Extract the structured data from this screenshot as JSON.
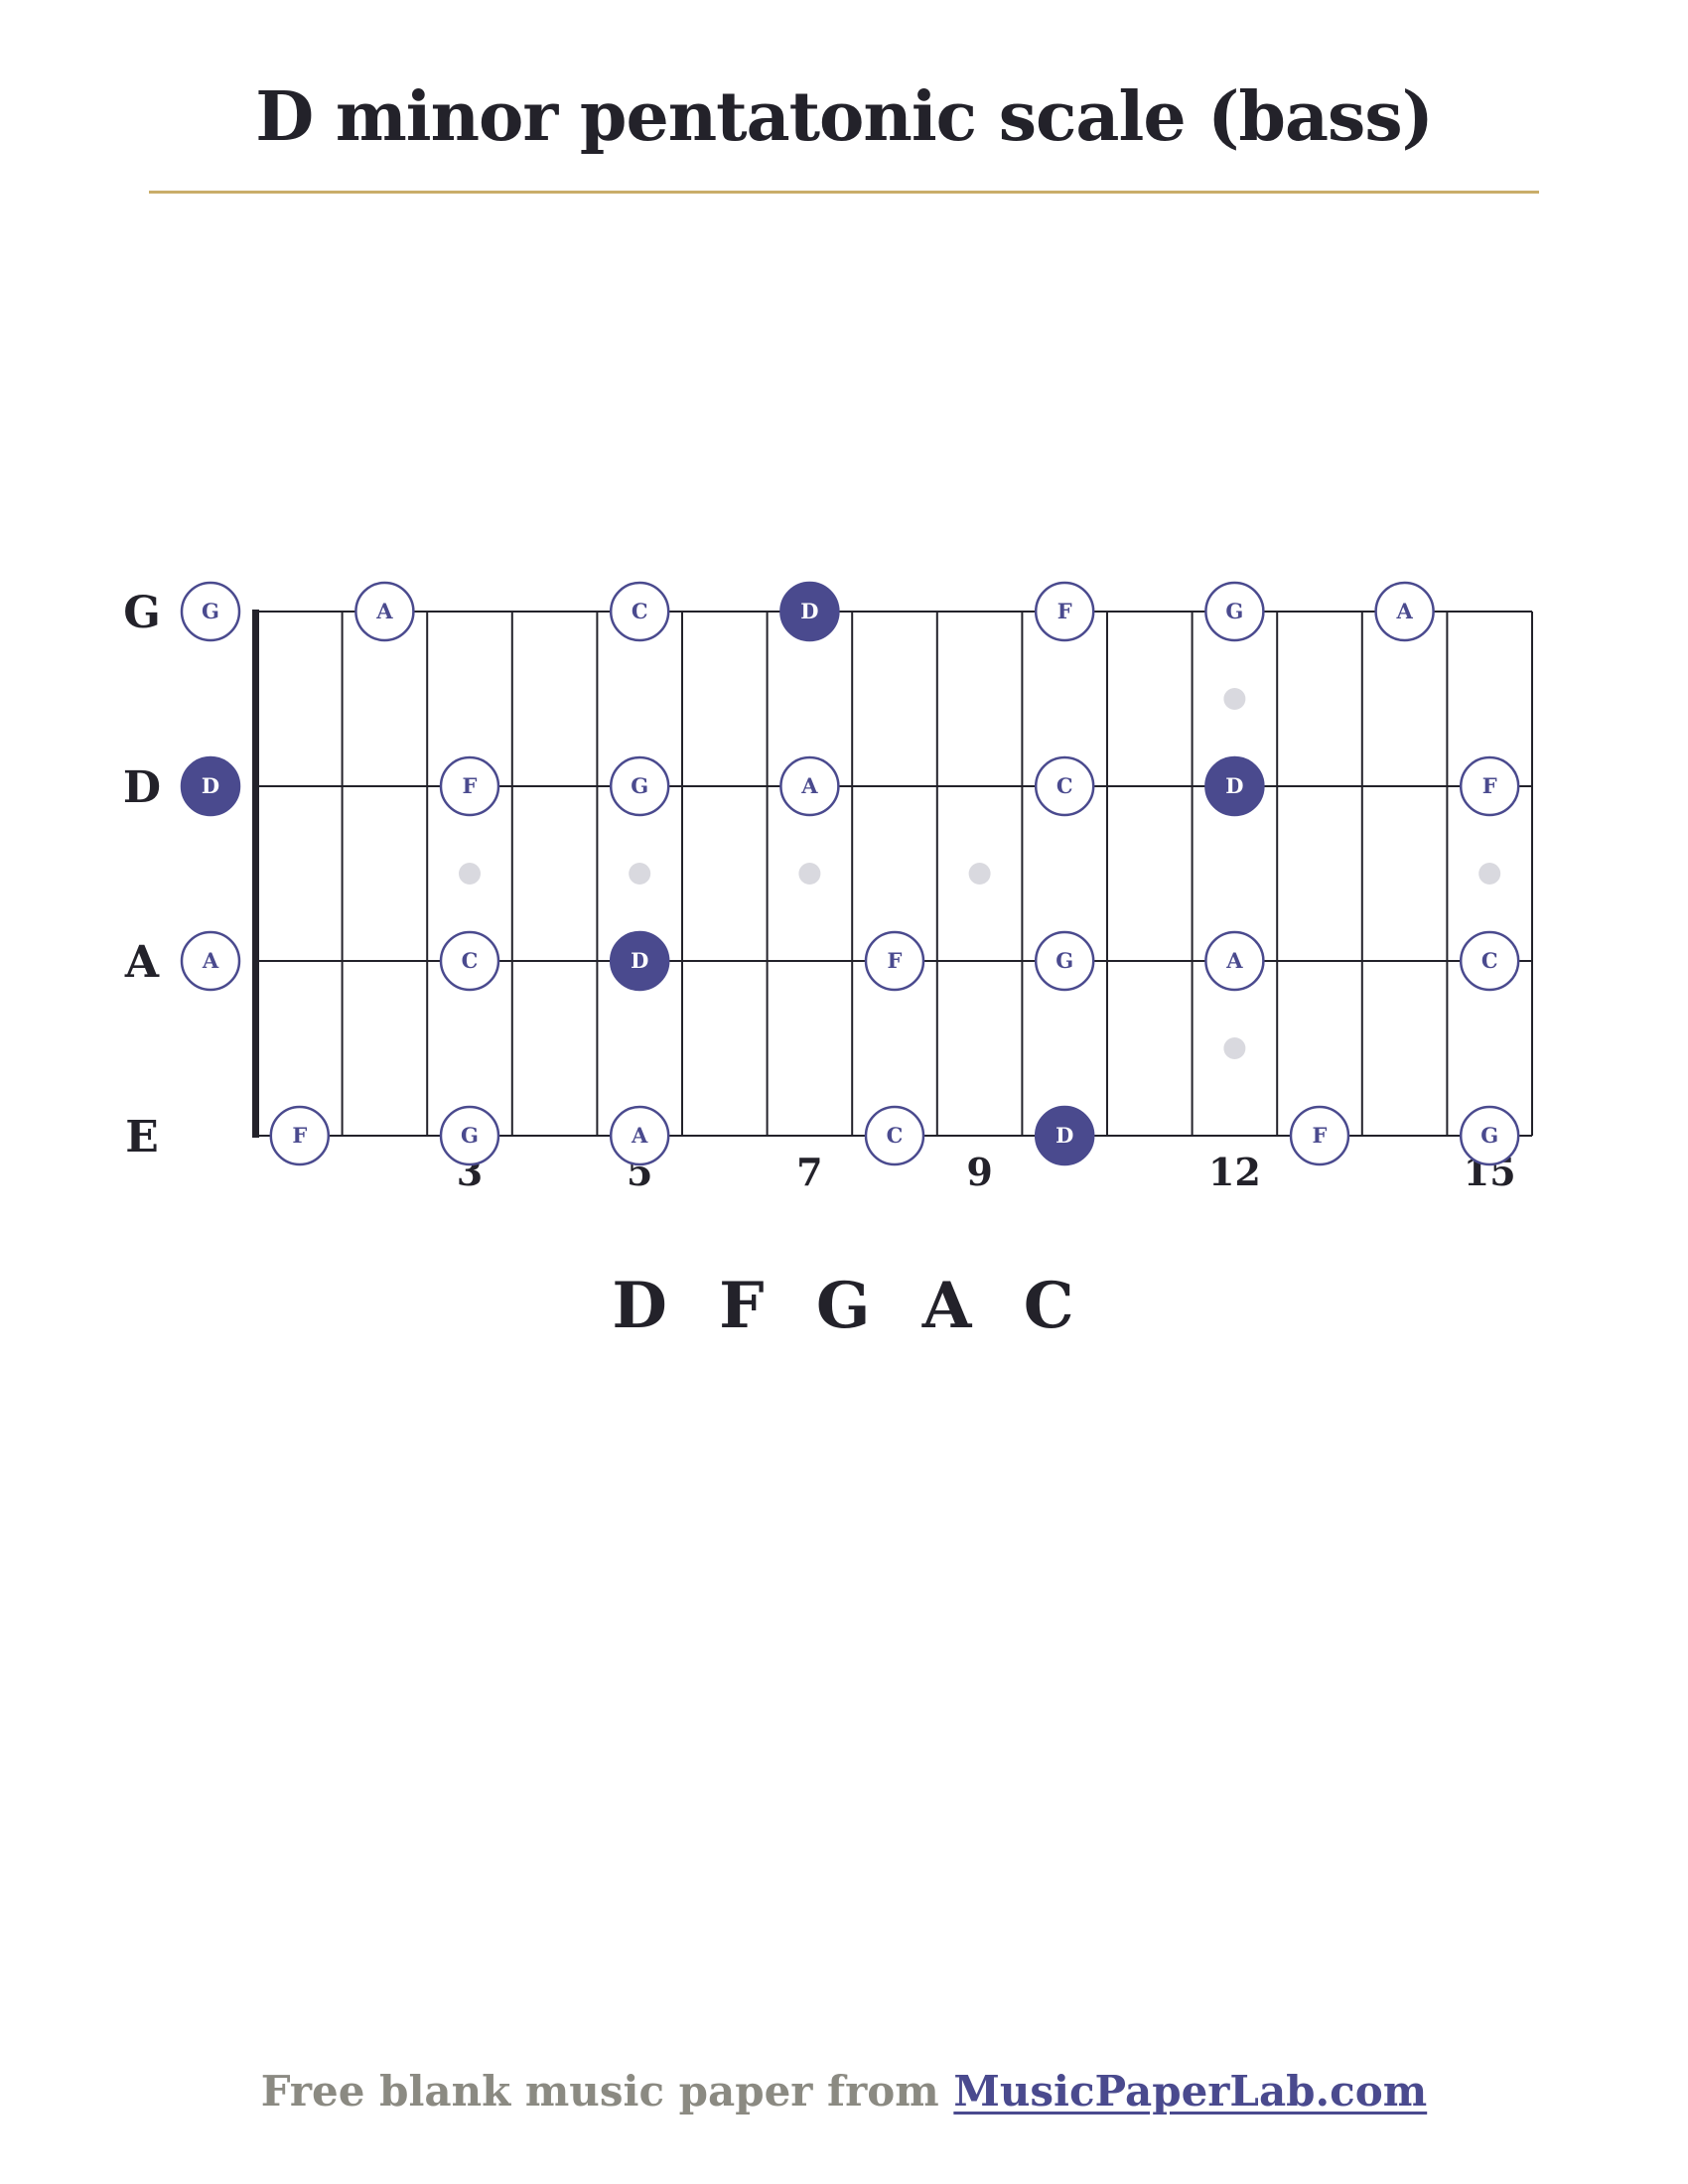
{
  "title": "D minor pentatonic scale (bass)",
  "colors": {
    "accent_rule": "#c9ad6a",
    "note_root_fill": "#4a4a8e",
    "note_outline": "#4a4a8e",
    "inlay_dot": "#d9d9df",
    "line": "#23222a",
    "footer_gray": "#8b8a82"
  },
  "fretboard": {
    "frets_shown": 15,
    "strings": [
      {
        "name": "G",
        "notes": [
          {
            "fret": 0,
            "note": "G",
            "root": false
          },
          {
            "fret": 2,
            "note": "A",
            "root": false
          },
          {
            "fret": 5,
            "note": "C",
            "root": false
          },
          {
            "fret": 7,
            "note": "D",
            "root": true
          },
          {
            "fret": 10,
            "note": "F",
            "root": false
          },
          {
            "fret": 12,
            "note": "G",
            "root": false
          },
          {
            "fret": 14,
            "note": "A",
            "root": false
          }
        ]
      },
      {
        "name": "D",
        "notes": [
          {
            "fret": 0,
            "note": "D",
            "root": true
          },
          {
            "fret": 3,
            "note": "F",
            "root": false
          },
          {
            "fret": 5,
            "note": "G",
            "root": false
          },
          {
            "fret": 7,
            "note": "A",
            "root": false
          },
          {
            "fret": 10,
            "note": "C",
            "root": false
          },
          {
            "fret": 12,
            "note": "D",
            "root": true
          },
          {
            "fret": 15,
            "note": "F",
            "root": false
          }
        ]
      },
      {
        "name": "A",
        "notes": [
          {
            "fret": 0,
            "note": "A",
            "root": false
          },
          {
            "fret": 3,
            "note": "C",
            "root": false
          },
          {
            "fret": 5,
            "note": "D",
            "root": true
          },
          {
            "fret": 8,
            "note": "F",
            "root": false
          },
          {
            "fret": 10,
            "note": "G",
            "root": false
          },
          {
            "fret": 12,
            "note": "A",
            "root": false
          },
          {
            "fret": 15,
            "note": "C",
            "root": false
          }
        ]
      },
      {
        "name": "E",
        "notes": [
          {
            "fret": 1,
            "note": "F",
            "root": false
          },
          {
            "fret": 3,
            "note": "G",
            "root": false
          },
          {
            "fret": 5,
            "note": "A",
            "root": false
          },
          {
            "fret": 8,
            "note": "C",
            "root": false
          },
          {
            "fret": 10,
            "note": "D",
            "root": true
          },
          {
            "fret": 13,
            "note": "F",
            "root": false
          },
          {
            "fret": 15,
            "note": "G",
            "root": false
          }
        ]
      }
    ],
    "fret_markers": [
      "3",
      "5",
      "7",
      "9",
      "12",
      "15"
    ],
    "inlays": [
      {
        "fret": 3,
        "double": false
      },
      {
        "fret": 5,
        "double": false
      },
      {
        "fret": 7,
        "double": false
      },
      {
        "fret": 9,
        "double": false
      },
      {
        "fret": 12,
        "double": true
      },
      {
        "fret": 15,
        "double": false
      }
    ]
  },
  "scale_notes": "D F G A C",
  "footer": {
    "text": "Free blank music paper from",
    "link": "MusicPaperLab.com"
  }
}
